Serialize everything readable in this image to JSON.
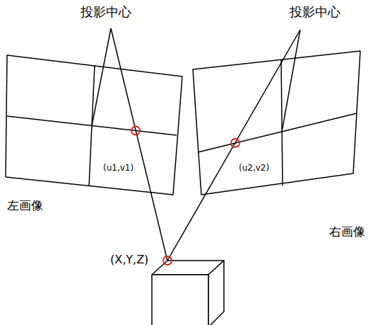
{
  "diagram": {
    "labels": [
      "投影中心",
      "投影中心",
      "(u1,v1)",
      "(u2,v2)",
      "左画像",
      "右画像",
      "(X,Y,Z)"
    ]
  }
}
